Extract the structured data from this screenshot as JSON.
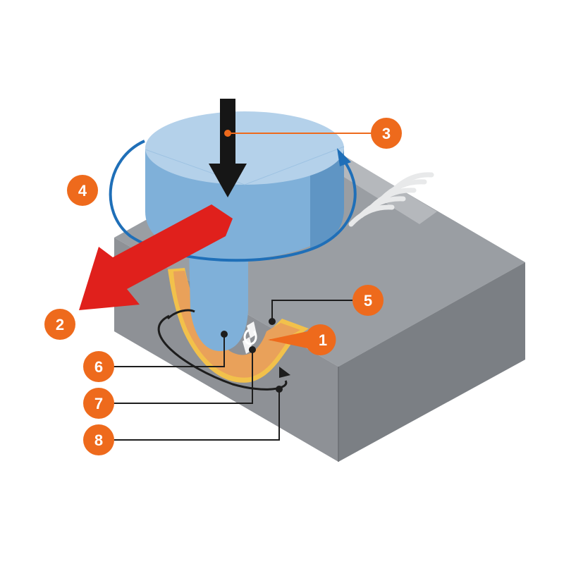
{
  "colors": {
    "block_top": "#9a9ea3",
    "block_front": "#8e9196",
    "block_side": "#7b7f84",
    "tool_top": "#b4d1ea",
    "tool_side": "#7fb0d9",
    "tool_side_dark": "#5f95c4",
    "rotation_arrow": "#1f6fb8",
    "travel_arrow": "#e0201c",
    "force_arrow": "#161616",
    "weld_zone": "#e9a15a",
    "weld_outline": "#f2c14b",
    "badge": "#ee6a1c",
    "leader_orange": "#ee6a1c",
    "leader_dark": "#1d1d1d"
  },
  "callouts": [
    {
      "id": "1",
      "label": "1"
    },
    {
      "id": "2",
      "label": "2"
    },
    {
      "id": "3",
      "label": "3"
    },
    {
      "id": "4",
      "label": "4"
    },
    {
      "id": "5",
      "label": "5"
    },
    {
      "id": "6",
      "label": "6"
    },
    {
      "id": "7",
      "label": "7"
    },
    {
      "id": "8",
      "label": "8"
    }
  ],
  "icons": {
    "force": "down-arrow-icon",
    "travel": "diagonal-arrow-icon",
    "rotation": "circular-arrow-icon"
  }
}
